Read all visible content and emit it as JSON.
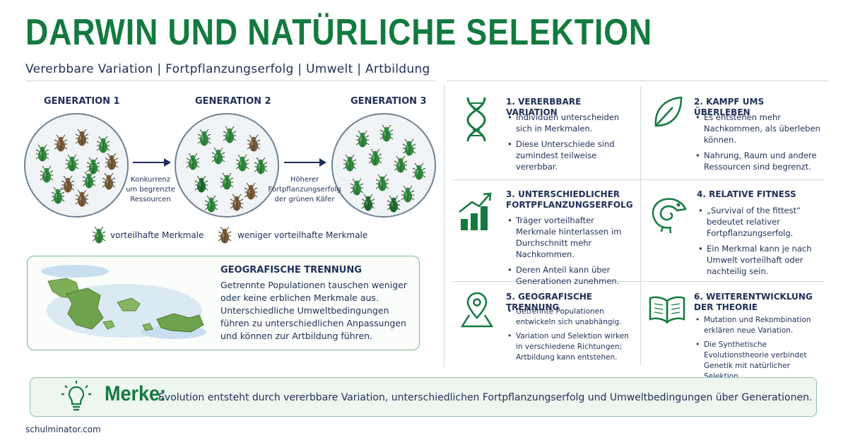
{
  "header": {
    "title": "DARWIN UND NATÜRLICHE SELEKTION",
    "subtitle": "Vererbbare Variation  |  Fortpflanzungserfolg  |  Umwelt  |  Artbildung"
  },
  "generations": [
    {
      "label": "GENERATION 1"
    },
    {
      "label": "GENERATION 2"
    },
    {
      "label": "GENERATION 3"
    }
  ],
  "arrows": [
    {
      "caption": [
        "Konkurrenz",
        "um begrenzte",
        "Ressourcen"
      ]
    },
    {
      "caption": [
        "Höherer",
        "Fortpflanzungserfolg",
        "der grünen Käfer"
      ]
    }
  ],
  "legend": {
    "advantageous": "vorteilhafte Merkmale",
    "less_advantageous": "weniger vorteilhafte Merkmale"
  },
  "geo": {
    "title": "GEOGRAFISCHE TRENNUNG",
    "text": "Getrennte Populationen tauschen weniger oder keine erblichen Merkmale aus. Unterschiedliche Umweltbedingungen führen zu unterschiedlichen Anpassungen und können zur Artbildung führen."
  },
  "cards": [
    {
      "title": "1. VERERBBARE VARIATION",
      "icon": "dna-icon",
      "bullets": [
        "Individuen unterscheiden sich in Merkmalen.",
        "Diese Unterschiede sind zumindest teilweise vererbbar."
      ]
    },
    {
      "title": "2. KAMPF UMS ÜBERLEBEN",
      "icon": "leaf-icon",
      "bullets": [
        "Es entstehen mehr Nachkommen, als überleben können.",
        "Nahrung, Raum und andere Ressourcen sind begrenzt."
      ]
    },
    {
      "title": "3. UNTERSCHIEDLICHER FORTPFLANZUNGSERFOLG",
      "icon": "growth-chart-icon",
      "bullets": [
        "Träger vorteilhafter Merkmale hinterlassen im Durchschnitt mehr Nachkommen.",
        "Deren Anteil kann über Generationen zunehmen."
      ]
    },
    {
      "title": "4. RELATIVE FITNESS",
      "icon": "chameleon-icon",
      "bullets": [
        "„Survival of the fittest“ bedeutet relativer Fortpflanzungserfolg.",
        "Ein Merkmal kann je nach Umwelt vorteilhaft oder nachteilig sein."
      ]
    },
    {
      "title": "5. GEOGRAFISCHE TRENNUNG",
      "icon": "map-pin-icon",
      "bullets": [
        "Getrennte Populationen entwickeln sich unabhängig.",
        "Variation und Selektion wirken in verschiedene Richtungen; Artbildung kann entstehen."
      ]
    },
    {
      "title": "6. WEITERENTWICKLUNG DER THEORIE",
      "icon": "open-book-icon",
      "bullets": [
        "Mutation und Rekombination erklären neue Variation.",
        "Die Synthetische Evolutionstheorie verbindet Genetik mit natürlicher Selektion."
      ]
    }
  ],
  "merke": {
    "label": "Merke:",
    "icon": "lightbulb-icon",
    "text": "Evolution entsteht durch vererbbare Variation, unterschiedlichen Fortpflanzungserfolg und Umweltbedingungen über Generationen."
  },
  "footer": {
    "site": "schulminator.com"
  },
  "colors": {
    "green": "#137a3f",
    "navy": "#1f2f58",
    "beetle_green": "#2f8a3c",
    "beetle_brown": "#7a5a3a"
  }
}
